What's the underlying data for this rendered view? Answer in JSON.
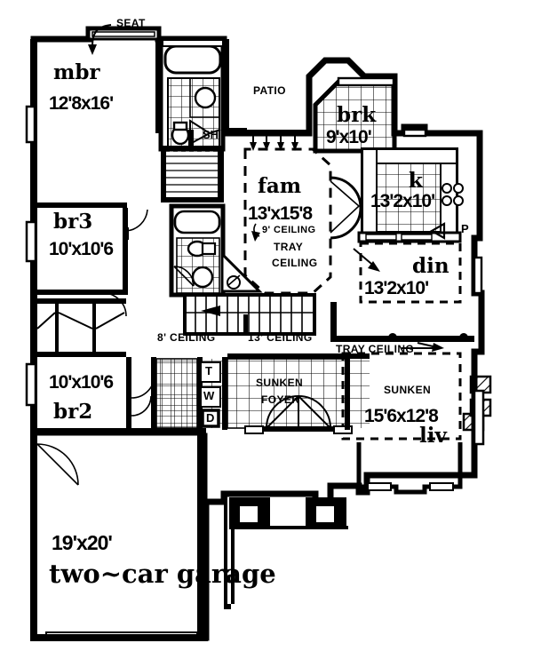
{
  "plan": {
    "title": "residential-first-floor-plan",
    "colors": {
      "line": "#000000",
      "background": "#ffffff",
      "fill": "#000000"
    },
    "rooms": [
      {
        "key": "mbr",
        "name": "mbr",
        "dim": "12'8x16'"
      },
      {
        "key": "br3",
        "name": "br3",
        "dim": "10'x10'6"
      },
      {
        "key": "br2",
        "name": "br2",
        "dim": "10'x10'6"
      },
      {
        "key": "fam",
        "name": "fam",
        "dim": "13'x15'8"
      },
      {
        "key": "brk",
        "name": "brk",
        "dim": "9'x10'"
      },
      {
        "key": "k",
        "name": "k",
        "dim": "13'2x10'"
      },
      {
        "key": "din",
        "name": "din",
        "dim": "13'2x10'"
      },
      {
        "key": "liv",
        "name": "liv",
        "dim": "15'6x12'8"
      },
      {
        "key": "garage",
        "name": "two~car garage",
        "dim": "19'x20'"
      }
    ],
    "notes": {
      "seat": "SEAT",
      "patio": "PATIO",
      "shower": "SH",
      "pantry": "P",
      "ceiling_9": "9' CEILING",
      "tray_ceiling_fam_1": "TRAY",
      "tray_ceiling_fam_2": "CEILING",
      "ceiling_8": "8' CEILING",
      "ceiling_13": "13' CEILING",
      "tray_ceiling_liv": "TRAY CEILING",
      "sunken_liv": "SUNKEN",
      "sunken_foyer_1": "SUNKEN",
      "sunken_foyer_2": "FOYER",
      "laundry_t": "T",
      "laundry_w": "W",
      "laundry_d": "D"
    }
  }
}
